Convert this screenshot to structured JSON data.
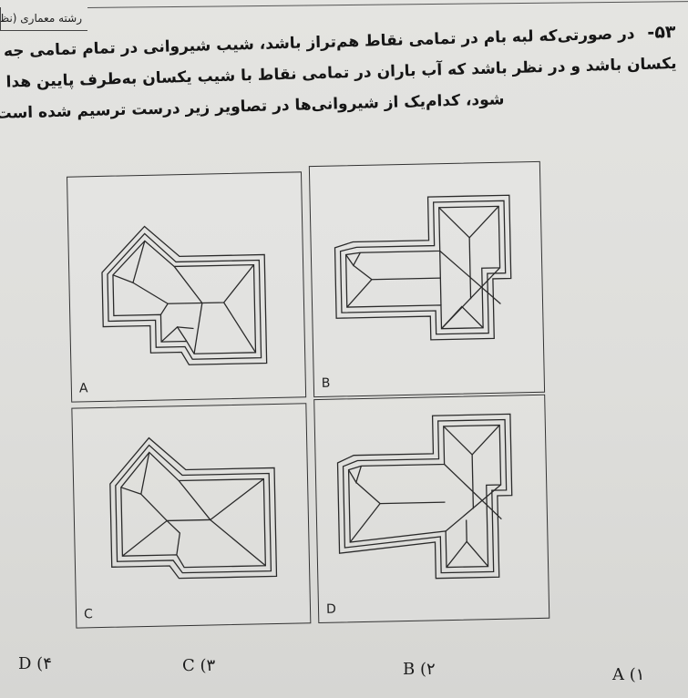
{
  "header": {
    "section_label": "رشته معماری (نظا"
  },
  "question": {
    "number": "۵۳-",
    "lines": [
      "در صورتی‌که لبه بام در تمامی نقاط هم‌تراز باشد، شیب شیروانی در تمام تمامی جه",
      "یکسان باشد و در نظر باشد که آب باران در تمامی نقاط با شیب یکسان به‌طرف پایین هدا",
      "شود، کدام‌یک از شیروانی‌ها در تصاویر زیر درست ترسیم شده است؟"
    ]
  },
  "figure": {
    "panels": [
      {
        "id": "A",
        "label": "A"
      },
      {
        "id": "B",
        "label": "B"
      },
      {
        "id": "C",
        "label": "C"
      },
      {
        "id": "D",
        "label": "D"
      }
    ]
  },
  "answers": [
    {
      "number": "(۱",
      "letter": "A"
    },
    {
      "number": "(۲",
      "letter": "B"
    },
    {
      "number": "(۳",
      "letter": "C"
    },
    {
      "number": "(۴",
      "letter": "D"
    }
  ],
  "colors": {
    "ink": "#2a2a2a",
    "paper": "#e2e2df"
  }
}
